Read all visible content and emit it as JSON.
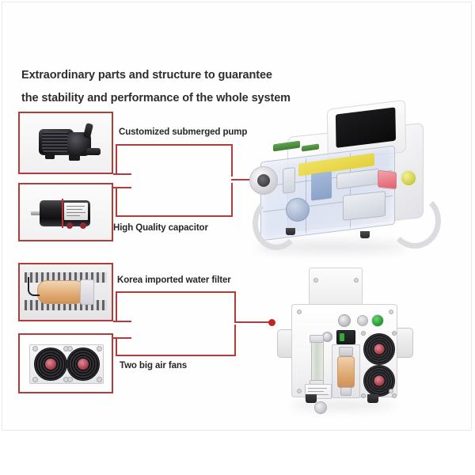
{
  "headline": {
    "line1": "Extraordinary parts and structure to guarantee",
    "line2": "the stability and performance of the whole system"
  },
  "callouts": [
    {
      "id": "submerged-pump",
      "label": "Customized submerged pump",
      "thumbnail_subject": "black submerged water pump with motor housing and two hose ports",
      "group": "top"
    },
    {
      "id": "capacitor",
      "label": "High Quality capacitor",
      "thumbnail_subject": "black cylindrical capacitor with white printed label and red stripe",
      "group": "top"
    },
    {
      "id": "water-filter",
      "label": "Korea imported water filter",
      "thumbnail_subject": "tan cartridge water filter mounted horizontally inside the machine",
      "group": "bottom"
    },
    {
      "id": "air-fans",
      "label": "Two big air fans",
      "thumbnail_subject": "two black cooling fans with red hubs on a light grey panel",
      "group": "bottom"
    }
  ],
  "machines": [
    {
      "id": "main-unit-cutaway",
      "view": "cutaway perspective showing internal components",
      "parts": [
        "tilted white touchscreen display with black panel",
        "transparent chassis",
        "green circuit board",
        "yellow internal plate",
        "blue tinted modules",
        "round connector port",
        "yellow emergency stop button",
        "pink power module"
      ]
    },
    {
      "id": "main-unit-rear",
      "view": "rear elevation",
      "parts": [
        "two cooling fans",
        "water filter cartridge",
        "flow meter tube",
        "green indicator light",
        "power socket with switch",
        "round connector",
        "rating nameplate",
        "rubber feet"
      ]
    }
  ],
  "colors": {
    "accent_red": "#b23c3c",
    "endpoint_red": "#c02626",
    "headline_text": "#2e2e2e",
    "label_text": "#262626",
    "background": "#ffffff",
    "fan_hub_red": "#a33745",
    "filter_tan": "#e0ab74",
    "pcb_green": "#4f9141",
    "plate_yellow": "#e8d747",
    "indicator_green": "#1f9a32"
  }
}
